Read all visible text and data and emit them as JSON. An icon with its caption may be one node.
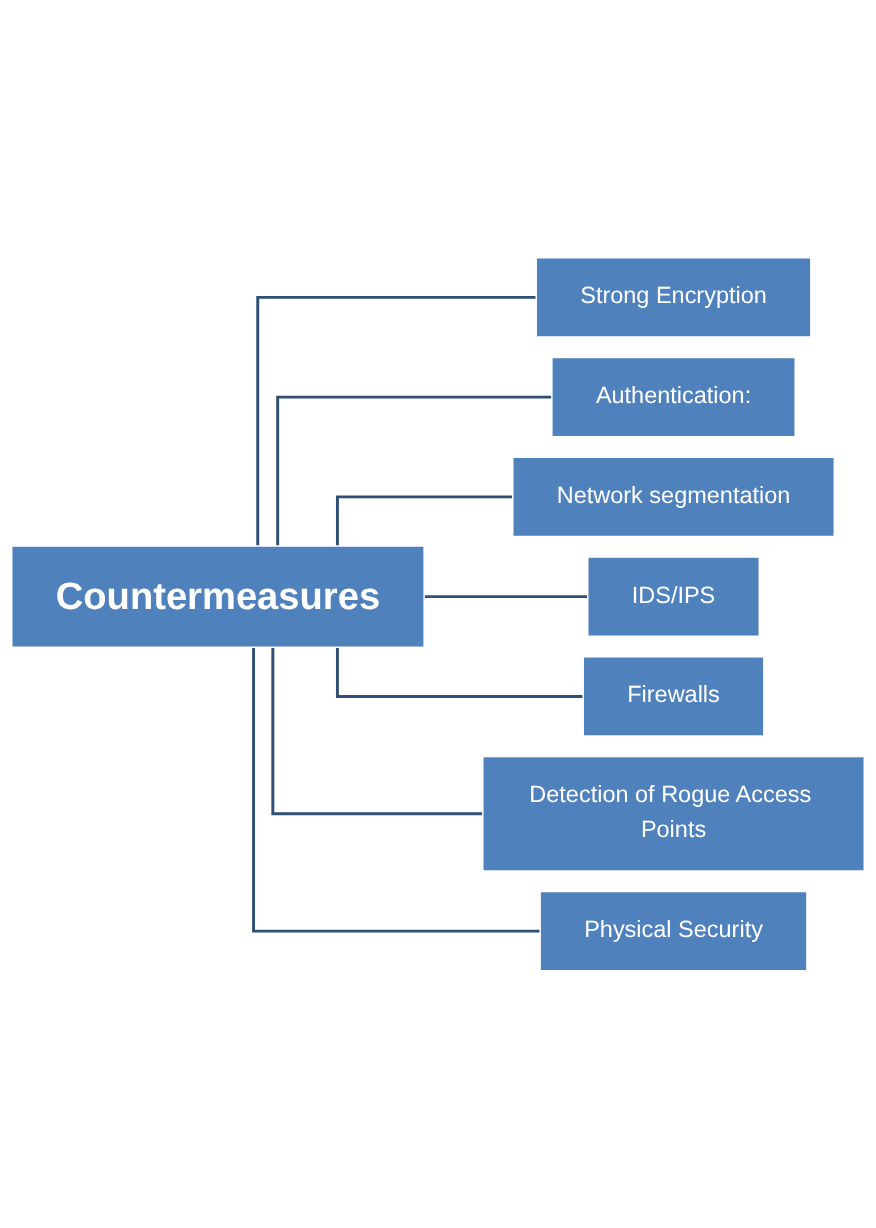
{
  "diagram": {
    "nodes": [
      {
        "text": [
          "Countermeasures"
        ]
      },
      {
        "text": [
          "Strong Encryption"
        ]
      },
      {
        "text": [
          "Authentication:"
        ]
      },
      {
        "text": [
          "Network segmentation"
        ]
      },
      {
        "text": [
          "IDS/IPS"
        ]
      },
      {
        "text": [
          "Firewalls"
        ]
      },
      {
        "text": [
          "Detection of Rogue Access Points"
        ]
      },
      {
        "text": [
          "Physical Security"
        ]
      }
    ],
    "edges": [
      {
        "from": 0,
        "to": 1,
        "arrow": "none"
      },
      {
        "from": 0,
        "to": 2,
        "arrow": "none"
      },
      {
        "from": 0,
        "to": 3,
        "arrow": "none"
      },
      {
        "from": 0,
        "to": 4,
        "arrow": "none"
      },
      {
        "from": 0,
        "to": 5,
        "arrow": "none"
      },
      {
        "from": 0,
        "to": 6,
        "arrow": "none"
      },
      {
        "from": 0,
        "to": 7,
        "arrow": "none"
      }
    ]
  }
}
